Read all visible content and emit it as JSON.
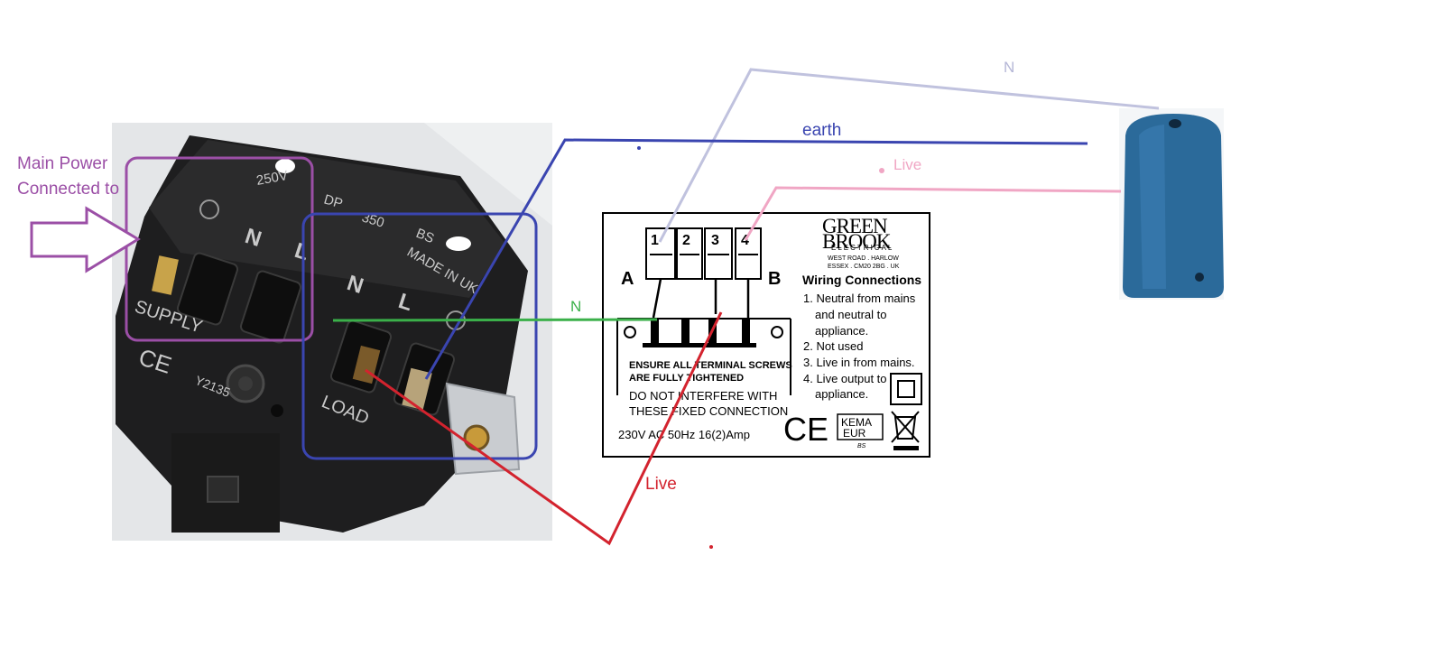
{
  "annotations": {
    "main_power_line1": "Main Power",
    "main_power_line2": "Connected to",
    "wire_N_top": "N",
    "wire_earth": "earth",
    "wire_live_top": "Live",
    "wire_N_middle": "N",
    "wire_live_bottom": "Live",
    "colors": {
      "purple": "#9b4fa6",
      "blue": "#3a45b0",
      "lavender": "#c0c2de",
      "pink": "#f0a6c4",
      "green": "#3bb04a",
      "red": "#d3232e"
    }
  },
  "switch_photo": {
    "rating": "250V",
    "dp": "DP",
    "number": "350",
    "bs": "BS",
    "made_in": "MADE IN UK",
    "supply": "SUPPLY",
    "load": "LOAD",
    "model": "Y2135",
    "ce": "CE",
    "terminal_n1": "N",
    "terminal_l1": "L",
    "terminal_n2": "N",
    "terminal_l2": "L"
  },
  "label_plate": {
    "terminals": [
      "1",
      "2",
      "3",
      "4"
    ],
    "side_a": "A",
    "side_b": "B",
    "brand_line1": "GREEN",
    "brand_line2": "BROOK",
    "brand_line3": "ELECTRICAL",
    "address_line1": "WEST ROAD . HARLOW",
    "address_line2": "ESSEX . CM20 2BG . UK",
    "wiring_title": "Wiring Connections",
    "wiring_items": [
      "1. Neutral from mains",
      "and neutral to",
      "appliance.",
      "2. Not used",
      "3. Live in from mains.",
      "4. Live output to",
      "appliance."
    ],
    "warning1_line1": "ENSURE ALL TERMINAL SCREWS",
    "warning1_line2": "ARE FULLY TIGHTENED",
    "warning2_line1": "DO NOT INTERFERE WITH",
    "warning2_line2": "THESE FIXED CONNECTION",
    "rating": "230V AC 50Hz 16(2)Amp",
    "ce": "CE",
    "kema_line1": "KEMA",
    "kema_line2": "EUR",
    "kema_line3": "BS"
  }
}
